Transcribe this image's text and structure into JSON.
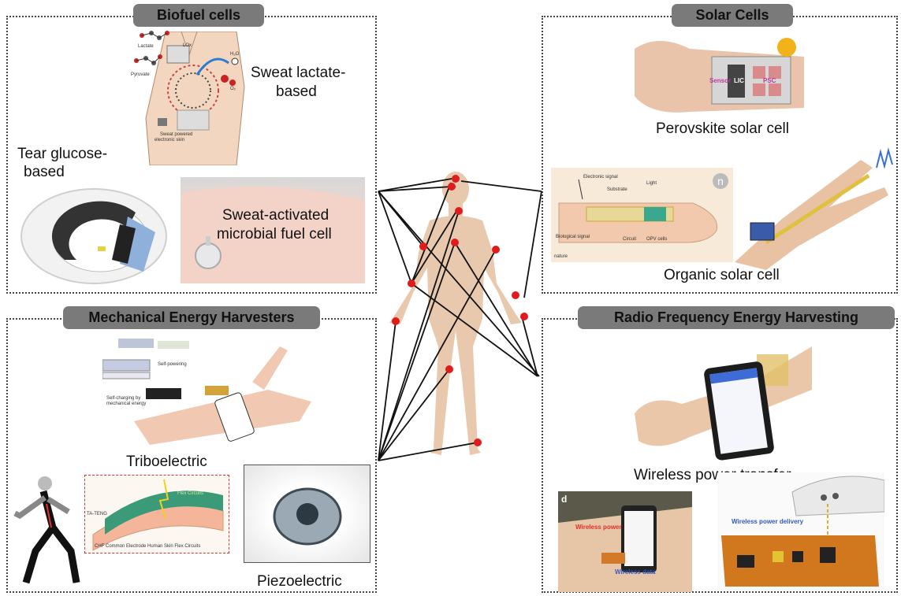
{
  "panels": {
    "biofuel": {
      "title": "Biofuel cells",
      "captions": {
        "lactate_line1": "Sweat lactate-",
        "lactate_line2": "based",
        "tear_line1": "Tear glucose-",
        "tear_line2": "based",
        "microbial_line1": "Sweat-activated",
        "microbial_line2": "microbial fuel cell"
      },
      "figure_labels": {
        "lactate": "Lactate",
        "pyruvate": "Pyruvate",
        "lox": "LOx",
        "water": "H₂O",
        "oxygen": "O₂",
        "sweat_powered": "Sweat powered",
        "electronic_skin": "electronic skin"
      }
    },
    "solar": {
      "title": "Solar Cells",
      "captions": {
        "perovskite": "Perovskite solar cell",
        "organic": "Organic solar cell"
      },
      "figure_labels": {
        "sensor": "Sensor",
        "lic": "LIC",
        "psc": "PSC",
        "electronic_signal": "Electronic signal",
        "light": "Light",
        "substrate": "Substrate",
        "biological_signal": "Biological signal",
        "circuit": "Circuit",
        "opv_cells": "OPV cells",
        "nature": "nature",
        "n_logo": "n"
      }
    },
    "mechanical": {
      "title": "Mechanical Energy Harvesters",
      "captions": {
        "triboelectric": "Triboelectric",
        "piezoelectric": "Piezoelectric"
      },
      "figure_labels": {
        "self_powering": "Self-powering",
        "self_charging_1": "Self-charging by",
        "self_charging_2": "mechanical energy",
        "flex_circuits": "Flex Circuits",
        "teng": "TA-TENG",
        "legend": "CHF    Common Electrode    Human Skin    Flex Circuits"
      }
    },
    "rf": {
      "title": "Radio Frequency Energy Harvesting",
      "captions": {
        "wireless": "Wireless power transfer"
      },
      "figure_labels": {
        "panel_d": "d",
        "wireless_power": "Wireless power",
        "wireless_data": "Wireless data",
        "wireless_power_delivery": "Wireless power delivery"
      }
    }
  },
  "colors": {
    "badge": "#7a7a7a",
    "marker": "#e01b1b",
    "skin": "#e8c9ad",
    "panel_border": "#444444"
  }
}
